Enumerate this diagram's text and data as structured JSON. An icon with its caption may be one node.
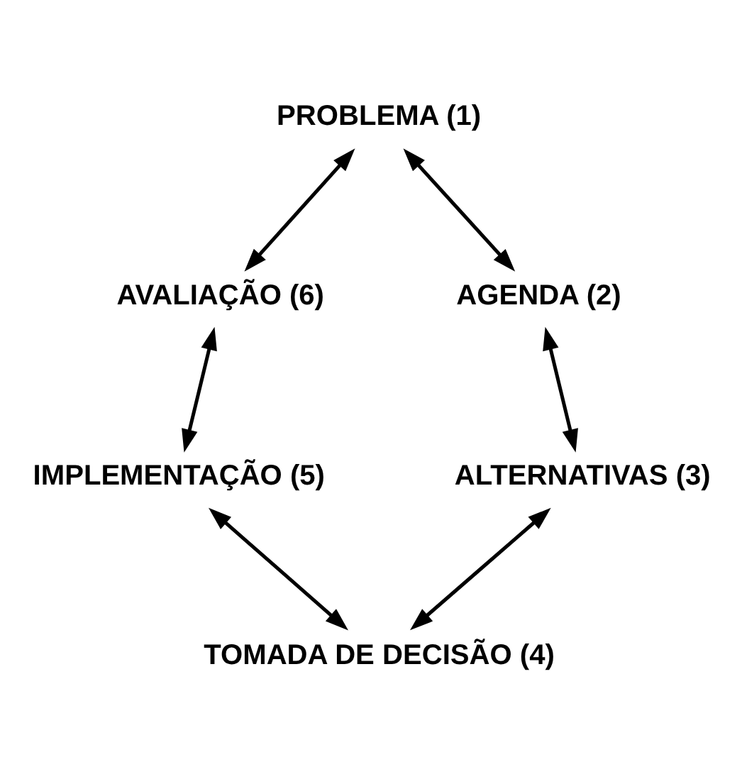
{
  "diagram": {
    "nodes": [
      {
        "text": [
          "PROBLEMA (1)"
        ]
      },
      {
        "text": [
          "AVALIAÇÃO (6)"
        ]
      },
      {
        "text": [
          "AGENDA (2)"
        ]
      },
      {
        "text": [
          "IMPLEMENTAÇÃO (5)"
        ]
      },
      {
        "text": [
          "ALTERNATIVAS (3)"
        ]
      },
      {
        "text": [
          "TOMADA DE DECISÃO (4)"
        ]
      }
    ],
    "edges": [
      {
        "from": 0,
        "to": 1,
        "arrow": "both"
      },
      {
        "from": 0,
        "to": 2,
        "arrow": "both"
      },
      {
        "from": 1,
        "to": 3,
        "arrow": "both"
      },
      {
        "from": 2,
        "to": 4,
        "arrow": "both"
      },
      {
        "from": 3,
        "to": 5,
        "arrow": "both"
      },
      {
        "from": 4,
        "to": 5,
        "arrow": "both"
      }
    ]
  }
}
